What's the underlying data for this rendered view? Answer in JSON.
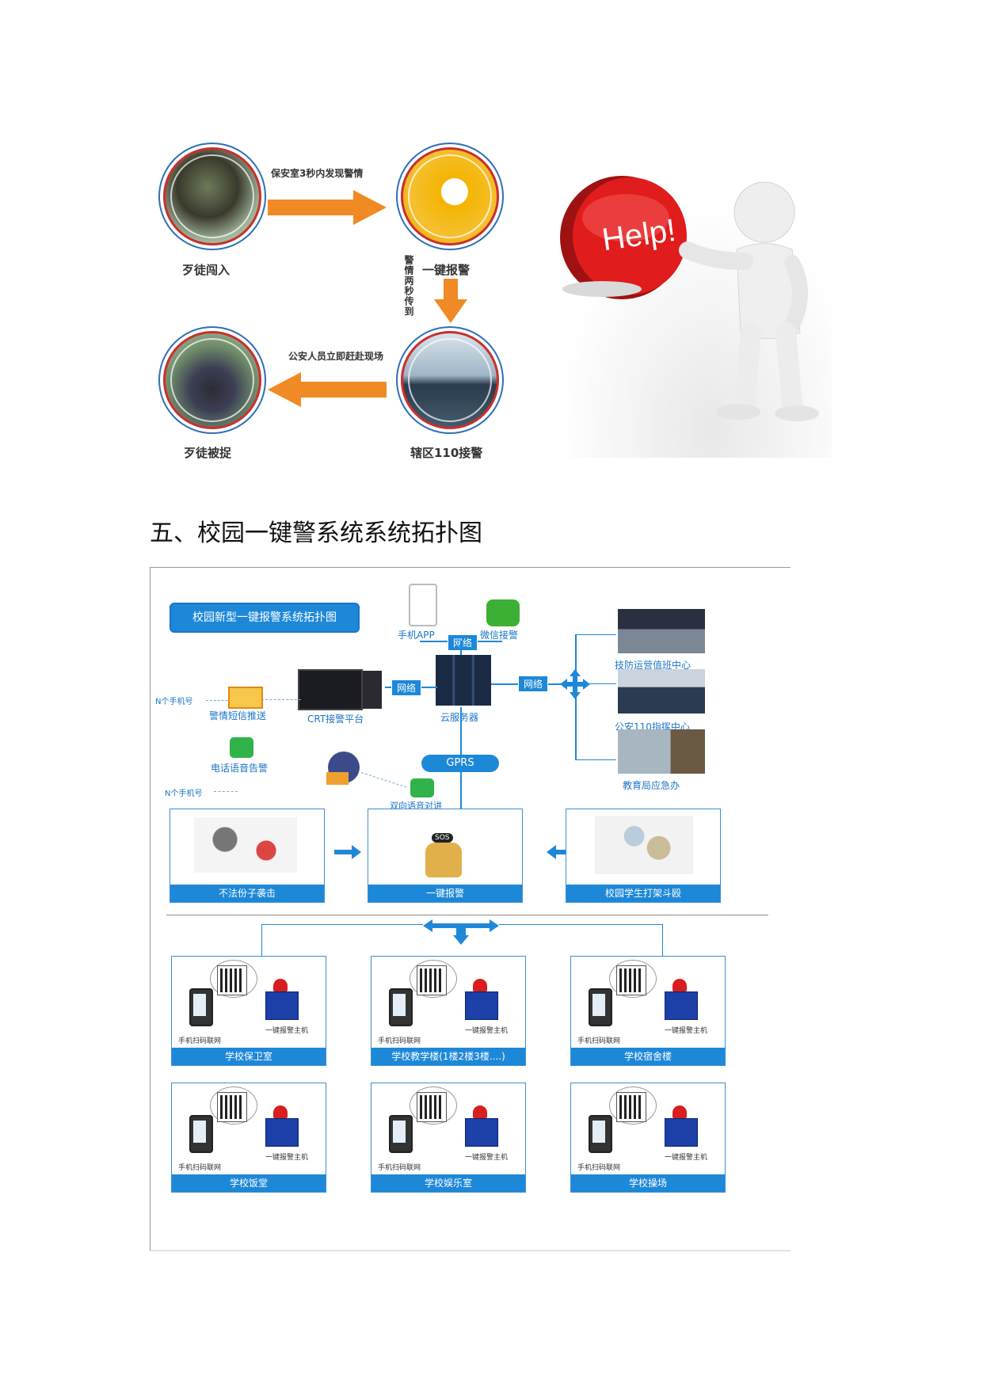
{
  "flow": {
    "step1": "歹徒闯入",
    "step2": "一键报警",
    "step3": "辖区110接警",
    "step4": "歹徒被捉",
    "arrow1_note": "保安室3秒内发现警情",
    "arrow2_note": "警情两秒传到",
    "arrow3_note": "公安人员立即赶赴现场"
  },
  "help_button": {
    "text": "Help!"
  },
  "section_heading": "五、校园一键警系统系统拓扑图",
  "diagram": {
    "title": "校园新型一键报警系统拓扑图",
    "mobile_app": "手机APP",
    "wechat": "微信接警",
    "network": "网络",
    "cloud_server": "云服务器",
    "crt_platform": "CRT接警平台",
    "sms_push": "警情短信推送",
    "n_phones": "N个手机号",
    "voice_alarm": "电话语音告警",
    "gprs": "GPRS",
    "two_way_voice": "双向语音对讲",
    "centers": [
      "技防运营值班中心",
      "公安110指挥中心",
      "教育局应急办"
    ],
    "scenarios": [
      "不法份子袭击",
      "一键报警",
      "校园学生打架斗殴"
    ],
    "sos": "SOS",
    "scan_label": "手机扫码联网",
    "host_label": "一键报警主机",
    "locations": [
      "学校保卫室",
      "学校教学楼(1楼2楼3楼....)",
      "学校宿舍楼",
      "学校饭堂",
      "学校娱乐室",
      "学校操场"
    ]
  }
}
